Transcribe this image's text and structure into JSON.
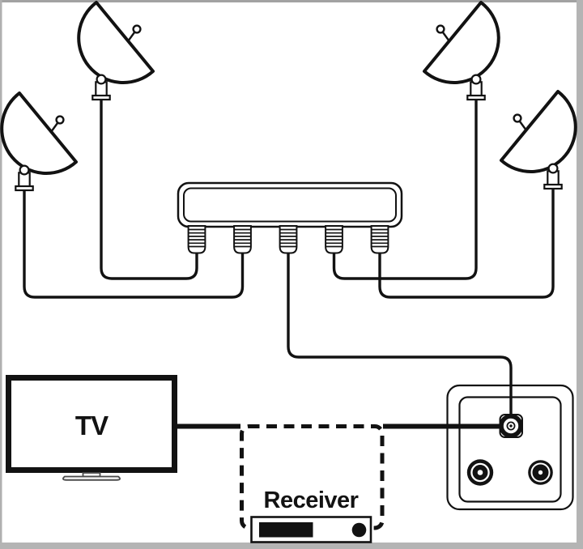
{
  "tv": {
    "label": "TV"
  },
  "receiver": {
    "label": "Receiver"
  },
  "components": {
    "satellite_dishes": 4,
    "multiswitch_ports": 5,
    "wall_outlet_ports": 3
  },
  "colors": {
    "line": "#121212",
    "background": "#ffffff",
    "frame": "#b4b4b4"
  }
}
